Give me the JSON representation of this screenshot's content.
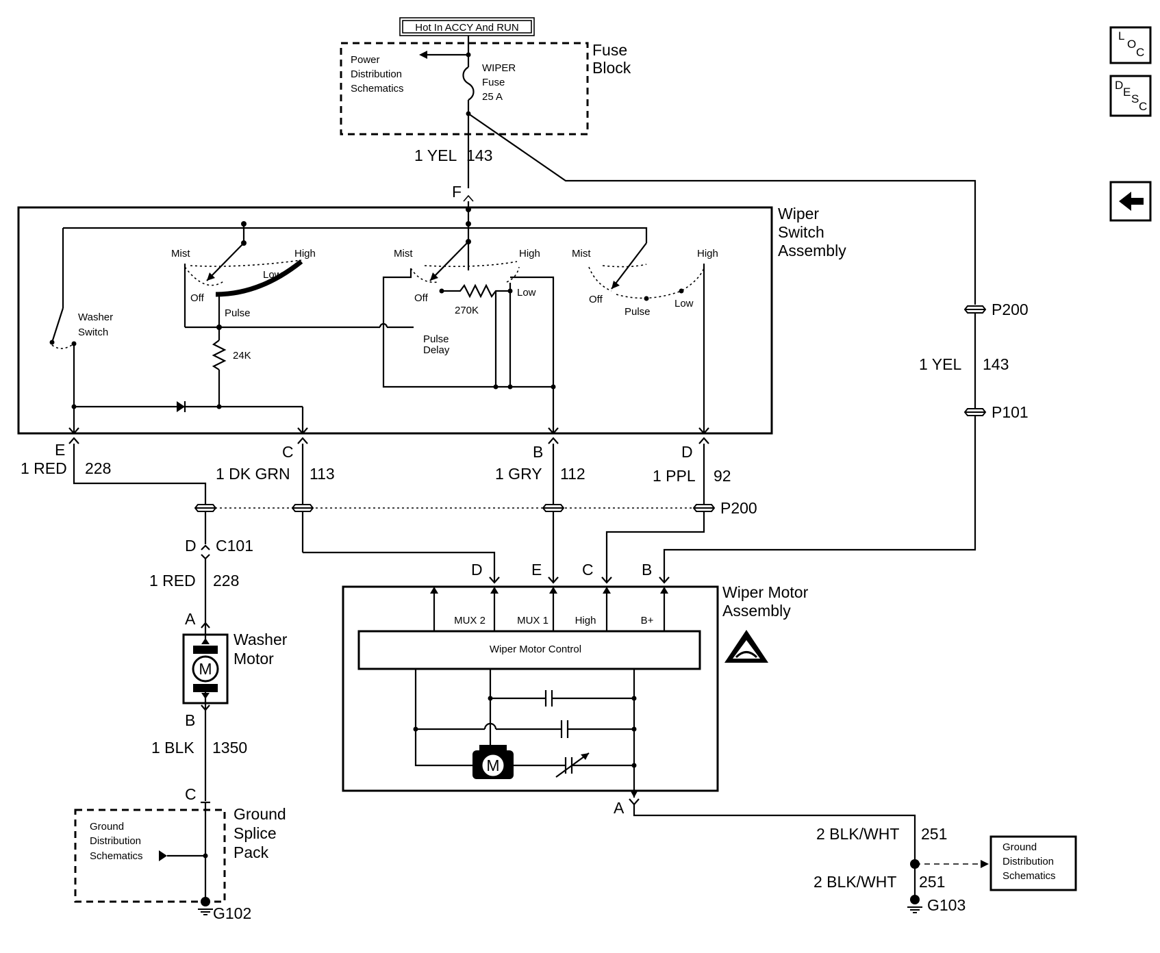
{
  "header": {
    "hot_label": "Hot In ACCY And RUN"
  },
  "fuse_block": {
    "title_line1": "Fuse",
    "title_line2": "Block",
    "power_dist_line1": "Power",
    "power_dist_line2": "Distribution",
    "power_dist_line3": "Schematics",
    "fuse_line1": "WIPER",
    "fuse_line2": "Fuse",
    "fuse_line3": "25 A"
  },
  "wires": {
    "feed_color": "1 YEL",
    "feed_circuit": "143",
    "feed_pin": "F",
    "e_pin": "E",
    "e_color": "1 RED",
    "e_circuit": "228",
    "c_pin": "C",
    "c_color": "1 DK GRN",
    "c_circuit": "113",
    "b_pin": "B",
    "b_color": "1 GRY",
    "b_circuit": "112",
    "d_pin": "D",
    "d_color": "1 PPL",
    "d_circuit": "92",
    "right_color": "1 YEL",
    "right_circuit": "143",
    "washer_color": "1 RED",
    "washer_circuit": "228",
    "blk_color": "1 BLK",
    "blk_circuit": "1350",
    "gnd_color1": "2 BLK/WHT",
    "gnd_circuit1": "251",
    "gnd_color2": "2 BLK/WHT",
    "gnd_circuit2": "251"
  },
  "wiper_switch": {
    "title_line1": "Wiper",
    "title_line2": "Switch",
    "title_line3": "Assembly",
    "mist": "Mist",
    "high": "High",
    "low": "Low",
    "off": "Off",
    "pulse": "Pulse",
    "resistor_270k": "270K",
    "resistor_24k": "24K",
    "pulse_delay_line1": "Pulse",
    "pulse_delay_line2": "Delay",
    "washer_switch_line1": "Washer",
    "washer_switch_line2": "Switch"
  },
  "connectors": {
    "p200": "P200",
    "p101": "P101",
    "c101": "C101",
    "c101_pin": "D",
    "washer_a": "A",
    "washer_b": "B",
    "splice_c": "C",
    "motor_d": "D",
    "motor_e": "E",
    "motor_c": "C",
    "motor_b": "B",
    "motor_a": "A"
  },
  "washer_motor": {
    "title_line1": "Washer",
    "title_line2": "Motor",
    "m": "M"
  },
  "wiper_motor": {
    "title_line1": "Wiper Motor",
    "title_line2": "Assembly",
    "mux2": "MUX 2",
    "mux1": "MUX 1",
    "high": "High",
    "bplus": "B+",
    "control": "Wiper Motor Control",
    "m": "M"
  },
  "ground": {
    "splice_line1": "Ground",
    "splice_line2": "Splice",
    "splice_line3": "Pack",
    "dist_line1": "Ground",
    "dist_line2": "Distribution",
    "dist_line3": "Schematics",
    "g102": "G102",
    "g103": "G103"
  },
  "nav": {
    "loc_l": "L",
    "loc_o": "O",
    "loc_c": "C",
    "desc_d": "D",
    "desc_e": "E",
    "desc_s": "S",
    "desc_c": "C"
  }
}
